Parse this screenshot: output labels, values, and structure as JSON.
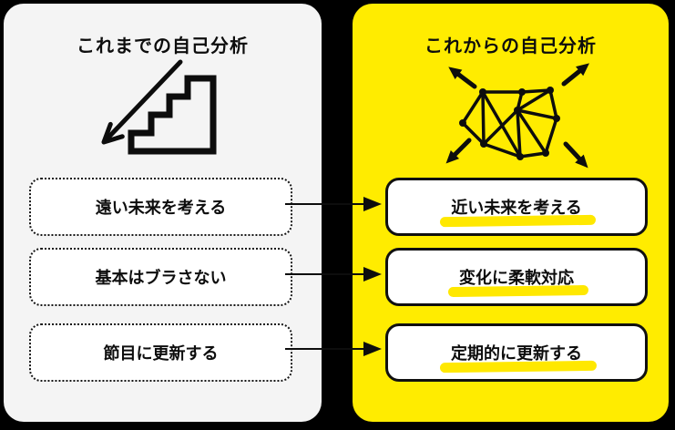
{
  "page": {
    "background": "#000000"
  },
  "left_panel": {
    "title": "これまでの自己分析",
    "background": "#f4f4f4",
    "icon": "descending-stairs-arrow-icon",
    "items": [
      "遠い未来を考える",
      "基本はブラさない",
      "節目に更新する"
    ]
  },
  "right_panel": {
    "title": "これからの自己分析",
    "background": "#ffec00",
    "highlight_color": "#ffe800",
    "icon": "expanding-network-icon",
    "items": [
      "近い未来を考える",
      "変化に柔軟対応",
      "定期的に更新する"
    ]
  },
  "colors": {
    "canvas": "#000000",
    "ink": "#0d0d0d",
    "box_fill": "#ffffff"
  }
}
